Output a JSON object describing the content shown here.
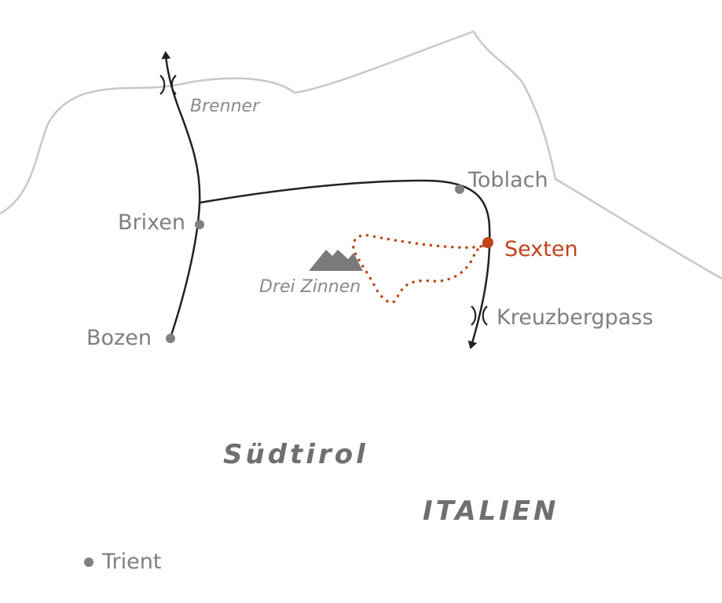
{
  "labels": {
    "brenner": "Brenner",
    "toblach": "Toblach",
    "brixen": "Brixen",
    "sexten": "Sexten",
    "drei_zinnen": "Drei Zinnen",
    "kreuzbergpass": "Kreuzbergpass",
    "bozen": "Bozen",
    "suedtirol": "Südtirol",
    "italien": "ITALIEN",
    "trient": "Trient"
  },
  "colors": {
    "border": "#c8c8c8",
    "road": "#222222",
    "city_dot": "#808080",
    "mountain": "#7a7a7a",
    "route": "#c0441a",
    "highlight_text": "#c0441a"
  },
  "icons": {
    "pass": "mountain-pass-icon",
    "mountain": "mountain-icon",
    "arrow": "arrow-icon"
  }
}
